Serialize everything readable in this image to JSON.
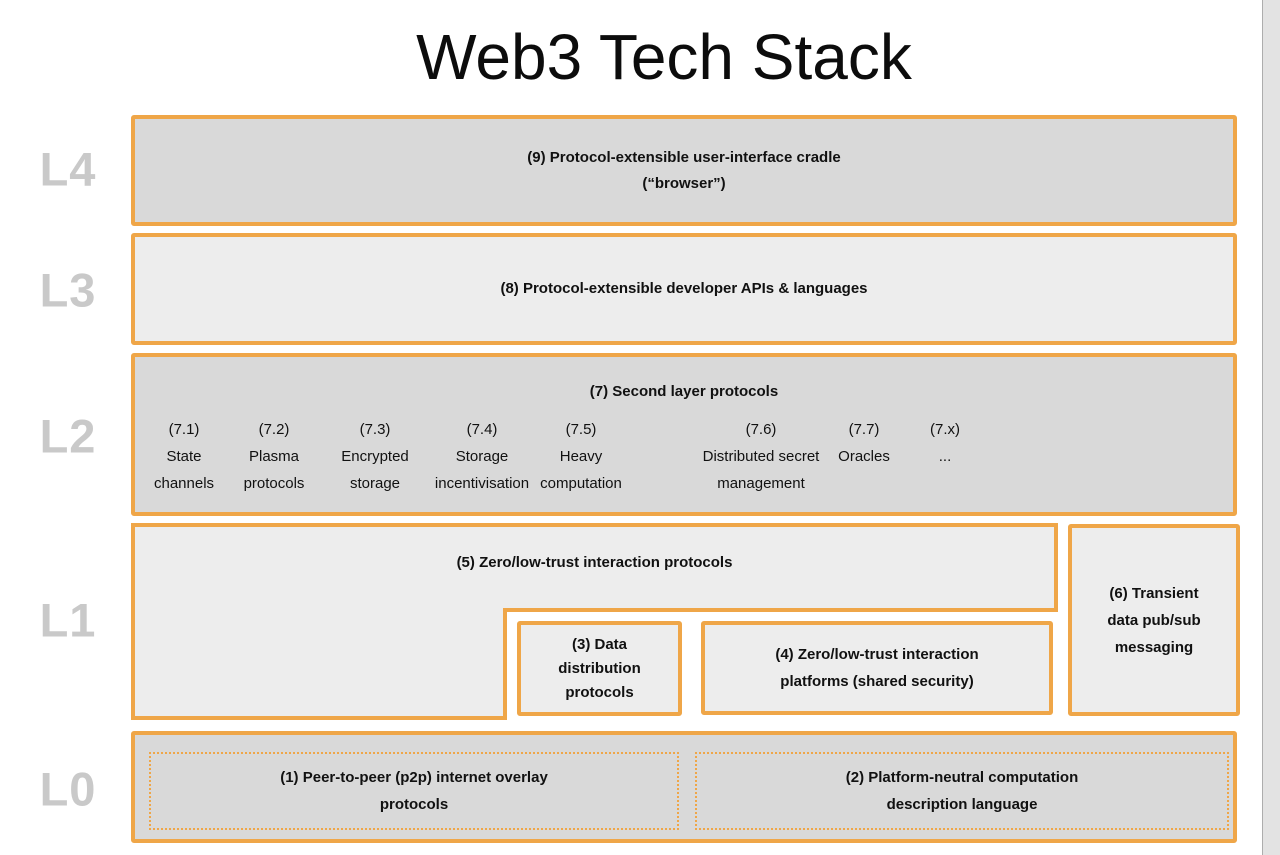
{
  "title": "Web3 Tech Stack",
  "colors": {
    "accent_border": "#efa648",
    "fill_dark": "#d9d9d9",
    "fill_light": "#ededed",
    "layer_label_gray": "#c9c9c9",
    "text": "#111111"
  },
  "layers": {
    "l4": {
      "label": "L4",
      "box9": {
        "line1": "(9) Protocol-extensible user-interface cradle",
        "line2": "(“browser”)"
      }
    },
    "l3": {
      "label": "L3",
      "box8": {
        "line1": "(8) Protocol-extensible developer APIs & languages"
      }
    },
    "l2": {
      "label": "L2",
      "heading": "(7) Second layer protocols",
      "columns": [
        {
          "num": "(7.1)",
          "line1": "State",
          "line2": "channels"
        },
        {
          "num": "(7.2)",
          "line1": "Plasma",
          "line2": "protocols"
        },
        {
          "num": "(7.3)",
          "line1": "Encrypted",
          "line2": "storage"
        },
        {
          "num": "(7.4)",
          "line1": "Storage",
          "line2": "incentivisation"
        },
        {
          "num": "(7.5)",
          "line1": "Heavy",
          "line2": "computation"
        },
        {
          "num": "(7.6)",
          "line1": "Distributed secret",
          "line2": "management"
        },
        {
          "num": "(7.7)",
          "line1": "Oracles",
          "line2": ""
        },
        {
          "num": "(7.x)",
          "line1": "...",
          "line2": ""
        }
      ]
    },
    "l1": {
      "label": "L1",
      "box5": {
        "line1": "(5) Zero/low-trust interaction protocols"
      },
      "box3": {
        "line1": "(3) Data",
        "line2": "distribution",
        "line3": "protocols"
      },
      "box4": {
        "line1": "(4) Zero/low-trust interaction",
        "line2": "platforms (shared security)"
      },
      "box6": {
        "line1": "(6) Transient",
        "line2": "data pub/sub",
        "line3": "messaging"
      }
    },
    "l0": {
      "label": "L0",
      "box1": {
        "line1": "(1) Peer-to-peer (p2p) internet overlay",
        "line2": "protocols"
      },
      "box2": {
        "line1": "(2) Platform-neutral computation",
        "line2": "description language"
      }
    }
  }
}
